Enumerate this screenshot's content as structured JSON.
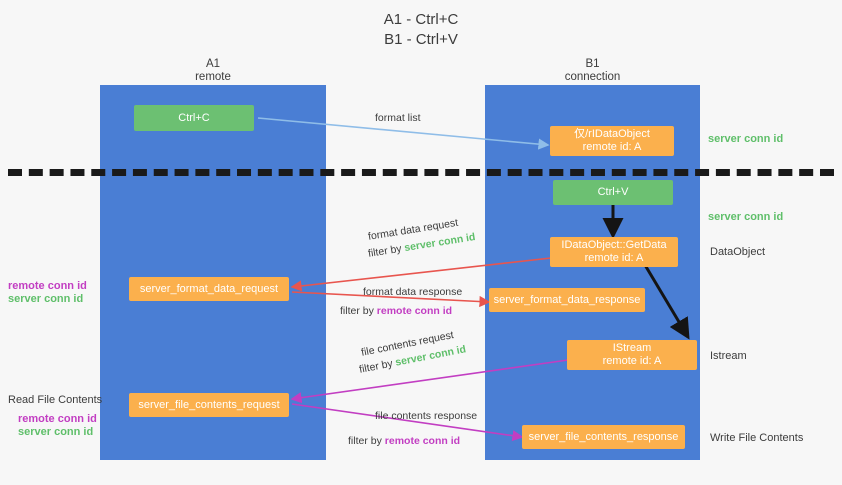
{
  "title": {
    "line1": "A1 - Ctrl+C",
    "line2": "B1 - Ctrl+V"
  },
  "lanes": [
    {
      "name": "A1",
      "role": "remote"
    },
    {
      "name": "B1",
      "role": "connection"
    }
  ],
  "boxes": {
    "ctrl_c": "Ctrl+C",
    "ctrl_v": "Ctrl+V",
    "idataobject_title": "仅/rIDataObject",
    "idataobject_sub": "remote id: A",
    "getdata_title": "IDataObject::GetData",
    "getdata_sub": "remote id: A",
    "istream_title": "IStream",
    "istream_sub": "remote id: A",
    "server_format_data_request": "server_format_data_request",
    "server_format_data_response": "server_format_data_response",
    "server_file_contents_request": "server_file_contents_request",
    "server_file_contents_response": "server_file_contents_response"
  },
  "edges": {
    "format_list": "format list",
    "format_data_request": "format data request",
    "format_data_request_filter_pre": "filter by ",
    "format_data_request_filter_key": "server conn id",
    "format_data_response": "format data response",
    "format_data_response_filter_pre": "filter by ",
    "format_data_response_filter_key": "remote conn id",
    "file_contents_request": "file contents request",
    "file_contents_request_filter_pre": "filter by ",
    "file_contents_request_filter_key": "server conn id",
    "file_contents_response": "file contents response",
    "file_contents_response_filter_pre": "filter by ",
    "file_contents_response_filter_key": "remote conn id"
  },
  "annotations": {
    "server_conn_id_top": "server conn id",
    "server_conn_id_mid": "server conn id",
    "dataobject": "DataObject",
    "istream": "Istream",
    "write_file_contents": "Write File Contents",
    "read_file_contents": "Read File Contents",
    "left_remote_conn_id_1": "remote conn id",
    "left_server_conn_id_1": "server conn id",
    "left_remote_conn_id_2": "remote conn id",
    "left_server_conn_id_2": "server conn id"
  },
  "colors": {
    "lane": "#4a7ed4",
    "green_box": "#6cc072",
    "orange_box": "#fbb04d",
    "green_text": "#5fbf6a",
    "purple_text": "#c23ec2",
    "blue_arrow": "#8fbde8",
    "red_arrow": "#e8554e",
    "magenta_arrow": "#c23ec2",
    "black_arrow": "#141414",
    "background": "#f7f7f7"
  }
}
